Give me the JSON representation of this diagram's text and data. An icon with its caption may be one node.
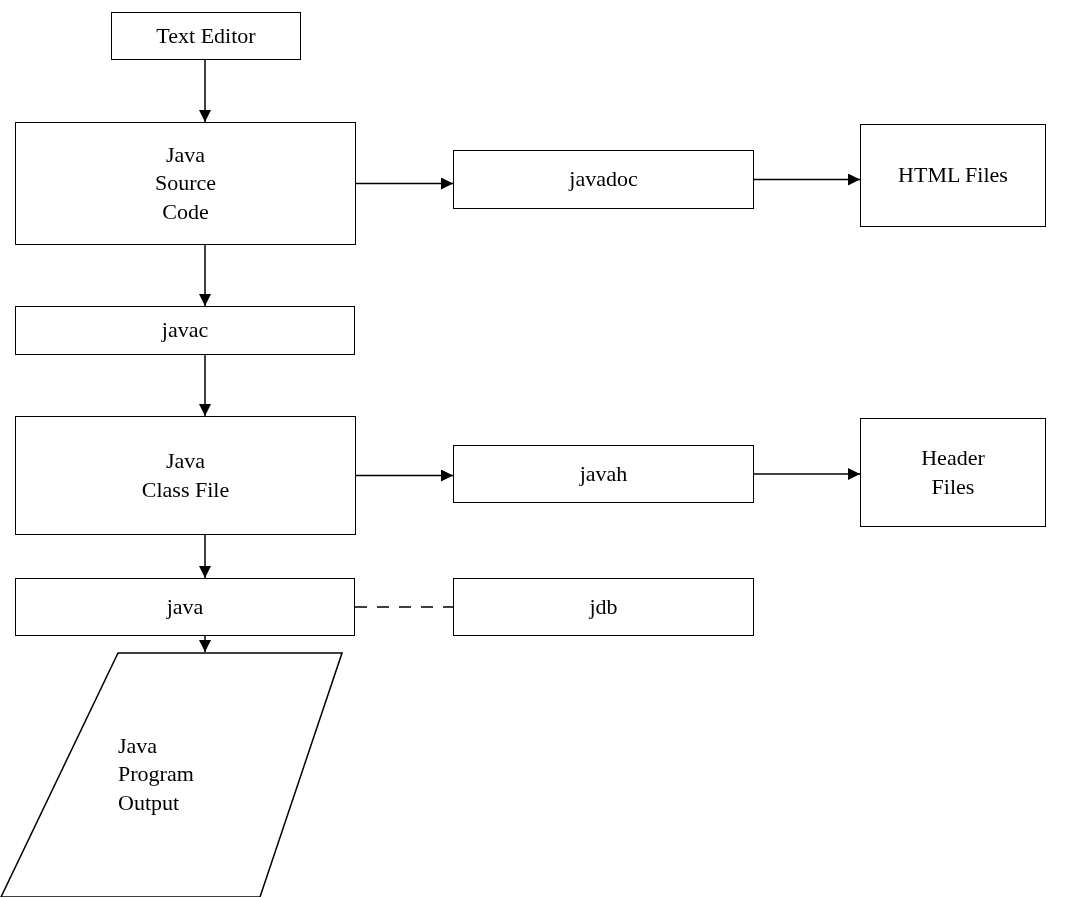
{
  "diagram": {
    "nodes": [
      {
        "text": [
          "Text Editor"
        ]
      },
      {
        "text": [
          "Java Source Code"
        ]
      },
      {
        "text": [
          "javadoc"
        ]
      },
      {
        "text": [
          "HTML Files"
        ]
      },
      {
        "text": [
          "javac"
        ]
      },
      {
        "text": [
          "Java Class File"
        ]
      },
      {
        "text": [
          "javah"
        ]
      },
      {
        "text": [
          "Header Files"
        ]
      },
      {
        "text": [
          "java"
        ]
      },
      {
        "text": [
          "jdb"
        ]
      },
      {
        "text": [
          "Java Program Output"
        ]
      }
    ],
    "edges": [
      {
        "from": 0,
        "to": 1,
        "arrow": "to"
      },
      {
        "from": 1,
        "to": 2,
        "arrow": "to"
      },
      {
        "from": 2,
        "to": 3,
        "arrow": "to"
      },
      {
        "from": 1,
        "to": 4,
        "arrow": "to"
      },
      {
        "from": 4,
        "to": 5,
        "arrow": "to"
      },
      {
        "from": 5,
        "to": 6,
        "arrow": "to"
      },
      {
        "from": 6,
        "to": 7,
        "arrow": "to"
      },
      {
        "from": 5,
        "to": 8,
        "arrow": "to"
      },
      {
        "from": 8,
        "to": 9,
        "arrow": "none",
        "style": "dashed"
      },
      {
        "from": 8,
        "to": 10,
        "arrow": "to"
      }
    ]
  }
}
